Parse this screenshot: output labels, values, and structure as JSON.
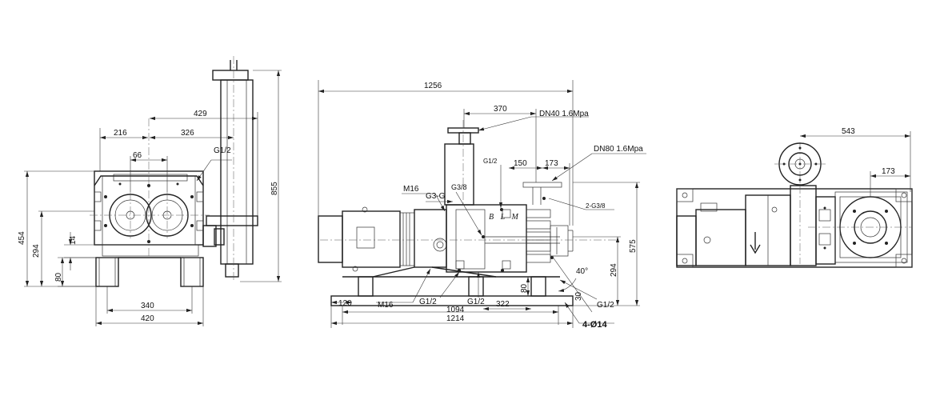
{
  "views": {
    "side": {
      "dims": {
        "w216": "216",
        "w326": "326",
        "w429": "429",
        "w66": "66",
        "g12": "G1/2",
        "h454": "454",
        "h294": "294",
        "h14": "14",
        "h80": "80",
        "h855": "855",
        "w340": "340",
        "w420": "420"
      }
    },
    "front": {
      "dims": {
        "w1256": "1256",
        "w370": "370",
        "dn40": "DN40  1.6Mpa",
        "dn80": "DN80  1.6Mpa",
        "g12_top": "G1/2",
        "w150": "150",
        "w173": "173",
        "m16_top": "M16",
        "g3g": "G3-G",
        "g38": "G3/8",
        "g238": "2-G3/8",
        "h575": "575",
        "h294": "294",
        "a40": "40°",
        "h80": "80",
        "w120": "120",
        "m16_bot": "M16",
        "g12_b1": "G1/2",
        "g12_b2": "G1/2",
        "w322": "322",
        "h30": "30",
        "g12_b3": "G1/2",
        "w1094": "1094",
        "w1214": "1214",
        "holes": "4-Ø14"
      },
      "nameplate": "B L M"
    },
    "top": {
      "dims": {
        "w543": "543",
        "w173": "173"
      }
    }
  }
}
